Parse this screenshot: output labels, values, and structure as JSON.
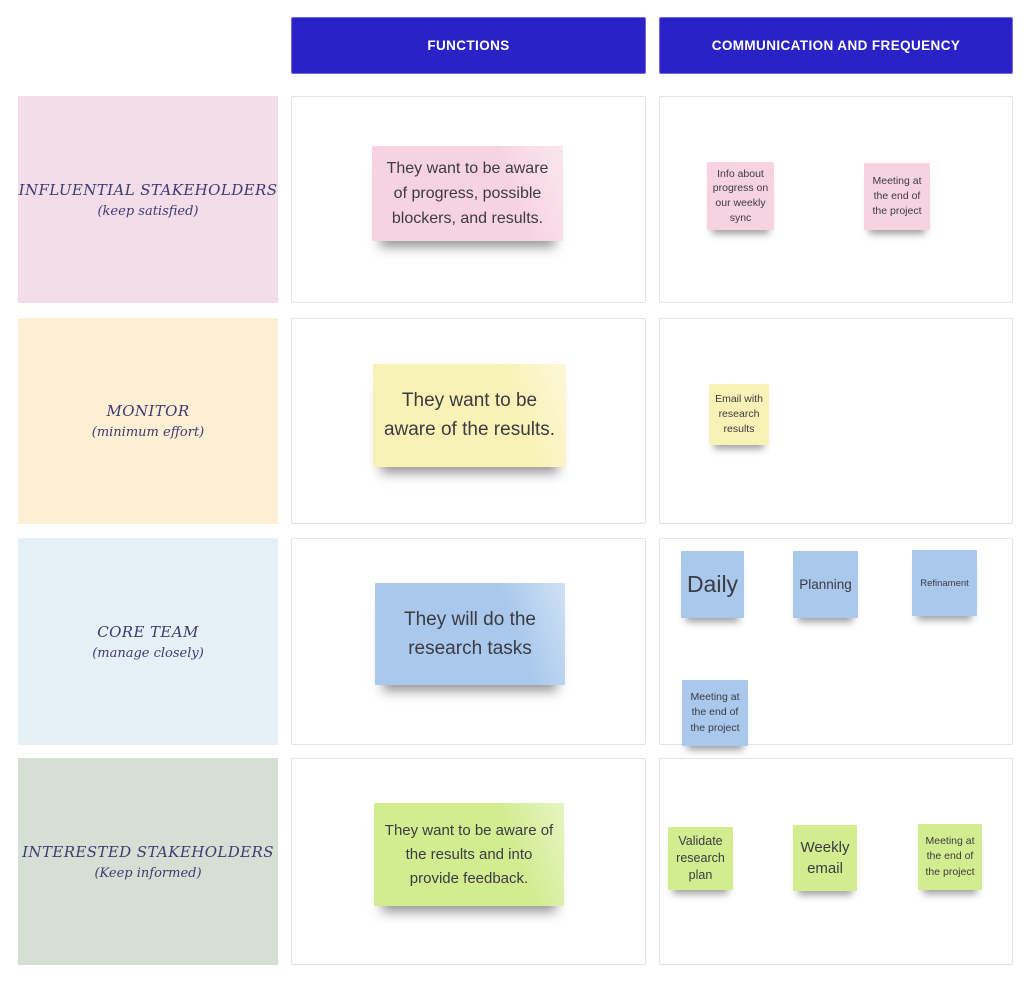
{
  "columns": [
    {
      "label": "FUNCTIONS"
    },
    {
      "label": "COMMUNICATION AND FREQUENCY"
    }
  ],
  "colors": {
    "header_bg": "#2a21c6",
    "header_text": "#ffffff",
    "label_text": "#3d3c72",
    "note_text": "#3b3b43",
    "pink_label_bg": "#f2dde9",
    "pink_note_bg": "#f7d3e1",
    "cream_label_bg": "#fcefd4",
    "yellow_note_bg": "#f9f2b6",
    "blue_label_bg": "#e6f0f7",
    "blue_note_bg": "#a9c8ec",
    "green_label_bg": "#d6dfd4",
    "green_note_bg": "#d2ec90"
  },
  "rows": [
    {
      "label": {
        "title": "INFLUENTIAL STAKEHOLDERS",
        "subtitle": "(keep satisfied)"
      },
      "functions_note": "They want to be aware of progress, possible blockers, and results.",
      "comm_notes": [
        "Info about progress on our weekly sync",
        "Meeting at the end of the project"
      ]
    },
    {
      "label": {
        "title": "MONITOR",
        "subtitle": "(minimum effort)"
      },
      "functions_note": "They want to be aware of the results.",
      "comm_notes": [
        "Email with research results"
      ]
    },
    {
      "label": {
        "title": "CORE TEAM",
        "subtitle": "(manage closely)"
      },
      "functions_note": "They will do the research tasks",
      "comm_notes": [
        "Daily",
        "Planning",
        "Refinament",
        "Meeting at the end of the project"
      ]
    },
    {
      "label": {
        "title": "INTERESTED STAKEHOLDERS",
        "subtitle": "(Keep informed)"
      },
      "functions_note": "They want to be aware of the results  and into provide feedback.",
      "comm_notes": [
        "Validate research plan",
        "Weekly email",
        "Meeting at the end of the project"
      ]
    }
  ]
}
